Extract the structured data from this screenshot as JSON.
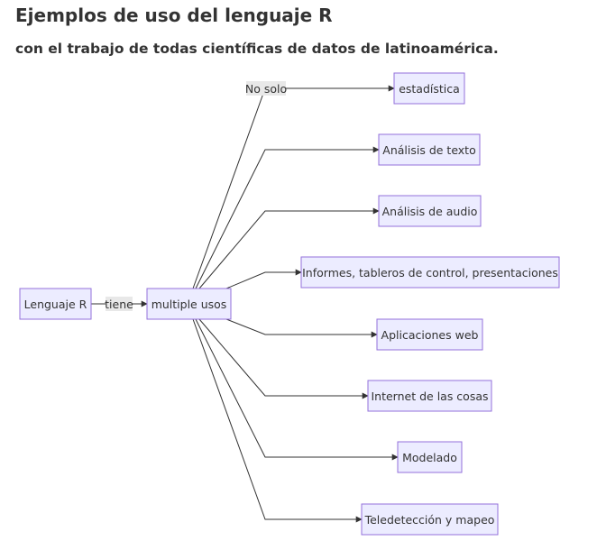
{
  "header": {
    "title": "Ejemplos de uso del lenguaje R",
    "subtitle": "con el trabajo de todas científicas de datos de latinoamérica."
  },
  "diagram": {
    "type": "flowchart",
    "direction": "left-to-right",
    "colors": {
      "node_fill": "#ECECFF",
      "node_stroke": "#9370DB",
      "edge": "#333333",
      "label_bg": "#e8e8e8"
    },
    "nodes": [
      {
        "id": "r",
        "label": "Lenguaje R"
      },
      {
        "id": "usos",
        "label": "multiple usos"
      },
      {
        "id": "est",
        "label": "estadística"
      },
      {
        "id": "texto",
        "label": "Análisis de texto"
      },
      {
        "id": "audio",
        "label": "Análisis de audio"
      },
      {
        "id": "inf",
        "label": "Informes, tableros de control, presentaciones"
      },
      {
        "id": "web",
        "label": "Aplicaciones web"
      },
      {
        "id": "iot",
        "label": "Internet de las cosas"
      },
      {
        "id": "mod",
        "label": "Modelado"
      },
      {
        "id": "tele",
        "label": "Teledetección y mapeo"
      }
    ],
    "edges": [
      {
        "from": "r",
        "to": "usos",
        "label": "tiene"
      },
      {
        "from": "usos",
        "to": "est",
        "label": "No solo"
      },
      {
        "from": "usos",
        "to": "texto",
        "label": ""
      },
      {
        "from": "usos",
        "to": "audio",
        "label": ""
      },
      {
        "from": "usos",
        "to": "inf",
        "label": ""
      },
      {
        "from": "usos",
        "to": "web",
        "label": ""
      },
      {
        "from": "usos",
        "to": "iot",
        "label": ""
      },
      {
        "from": "usos",
        "to": "mod",
        "label": ""
      },
      {
        "from": "usos",
        "to": "tele",
        "label": ""
      }
    ]
  }
}
